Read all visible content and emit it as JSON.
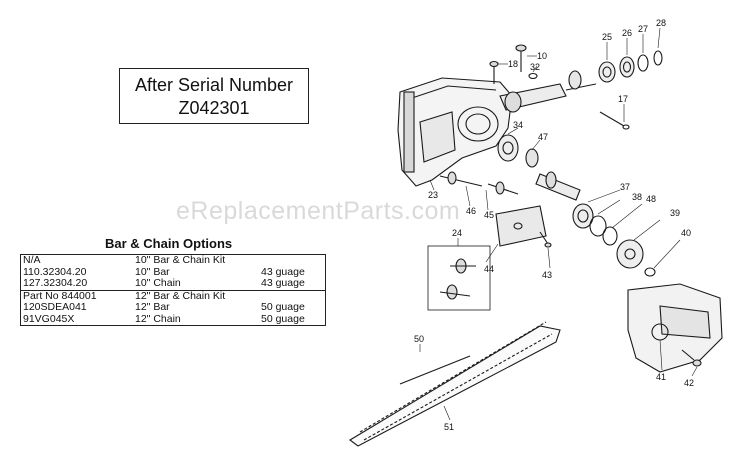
{
  "serial_box": {
    "line1": "After Serial Number",
    "line2": "Z042301"
  },
  "options": {
    "title": "Bar & Chain Options",
    "rows": [
      [
        "N/A",
        "10\" Bar & Chain Kit",
        ""
      ],
      [
        "110.32304.20",
        "10\" Bar",
        "43 guage"
      ],
      [
        "127.32304.20",
        "10\" Chain",
        "43 guage"
      ],
      [
        "Part No 844001",
        "12\" Bar & Chain Kit",
        ""
      ],
      [
        "120SDEA041",
        "12\" Bar",
        "50 guage"
      ],
      [
        "91VG045X",
        "12\" Chain",
        "50 guage"
      ]
    ]
  },
  "watermark": "eReplacementParts.com",
  "callouts": [
    "10",
    "18",
    "32",
    "25",
    "26",
    "27",
    "28",
    "17",
    "34",
    "47",
    "23",
    "46",
    "45",
    "37",
    "38",
    "48",
    "39",
    "40",
    "24",
    "44",
    "43",
    "41",
    "42",
    "50",
    "51"
  ]
}
